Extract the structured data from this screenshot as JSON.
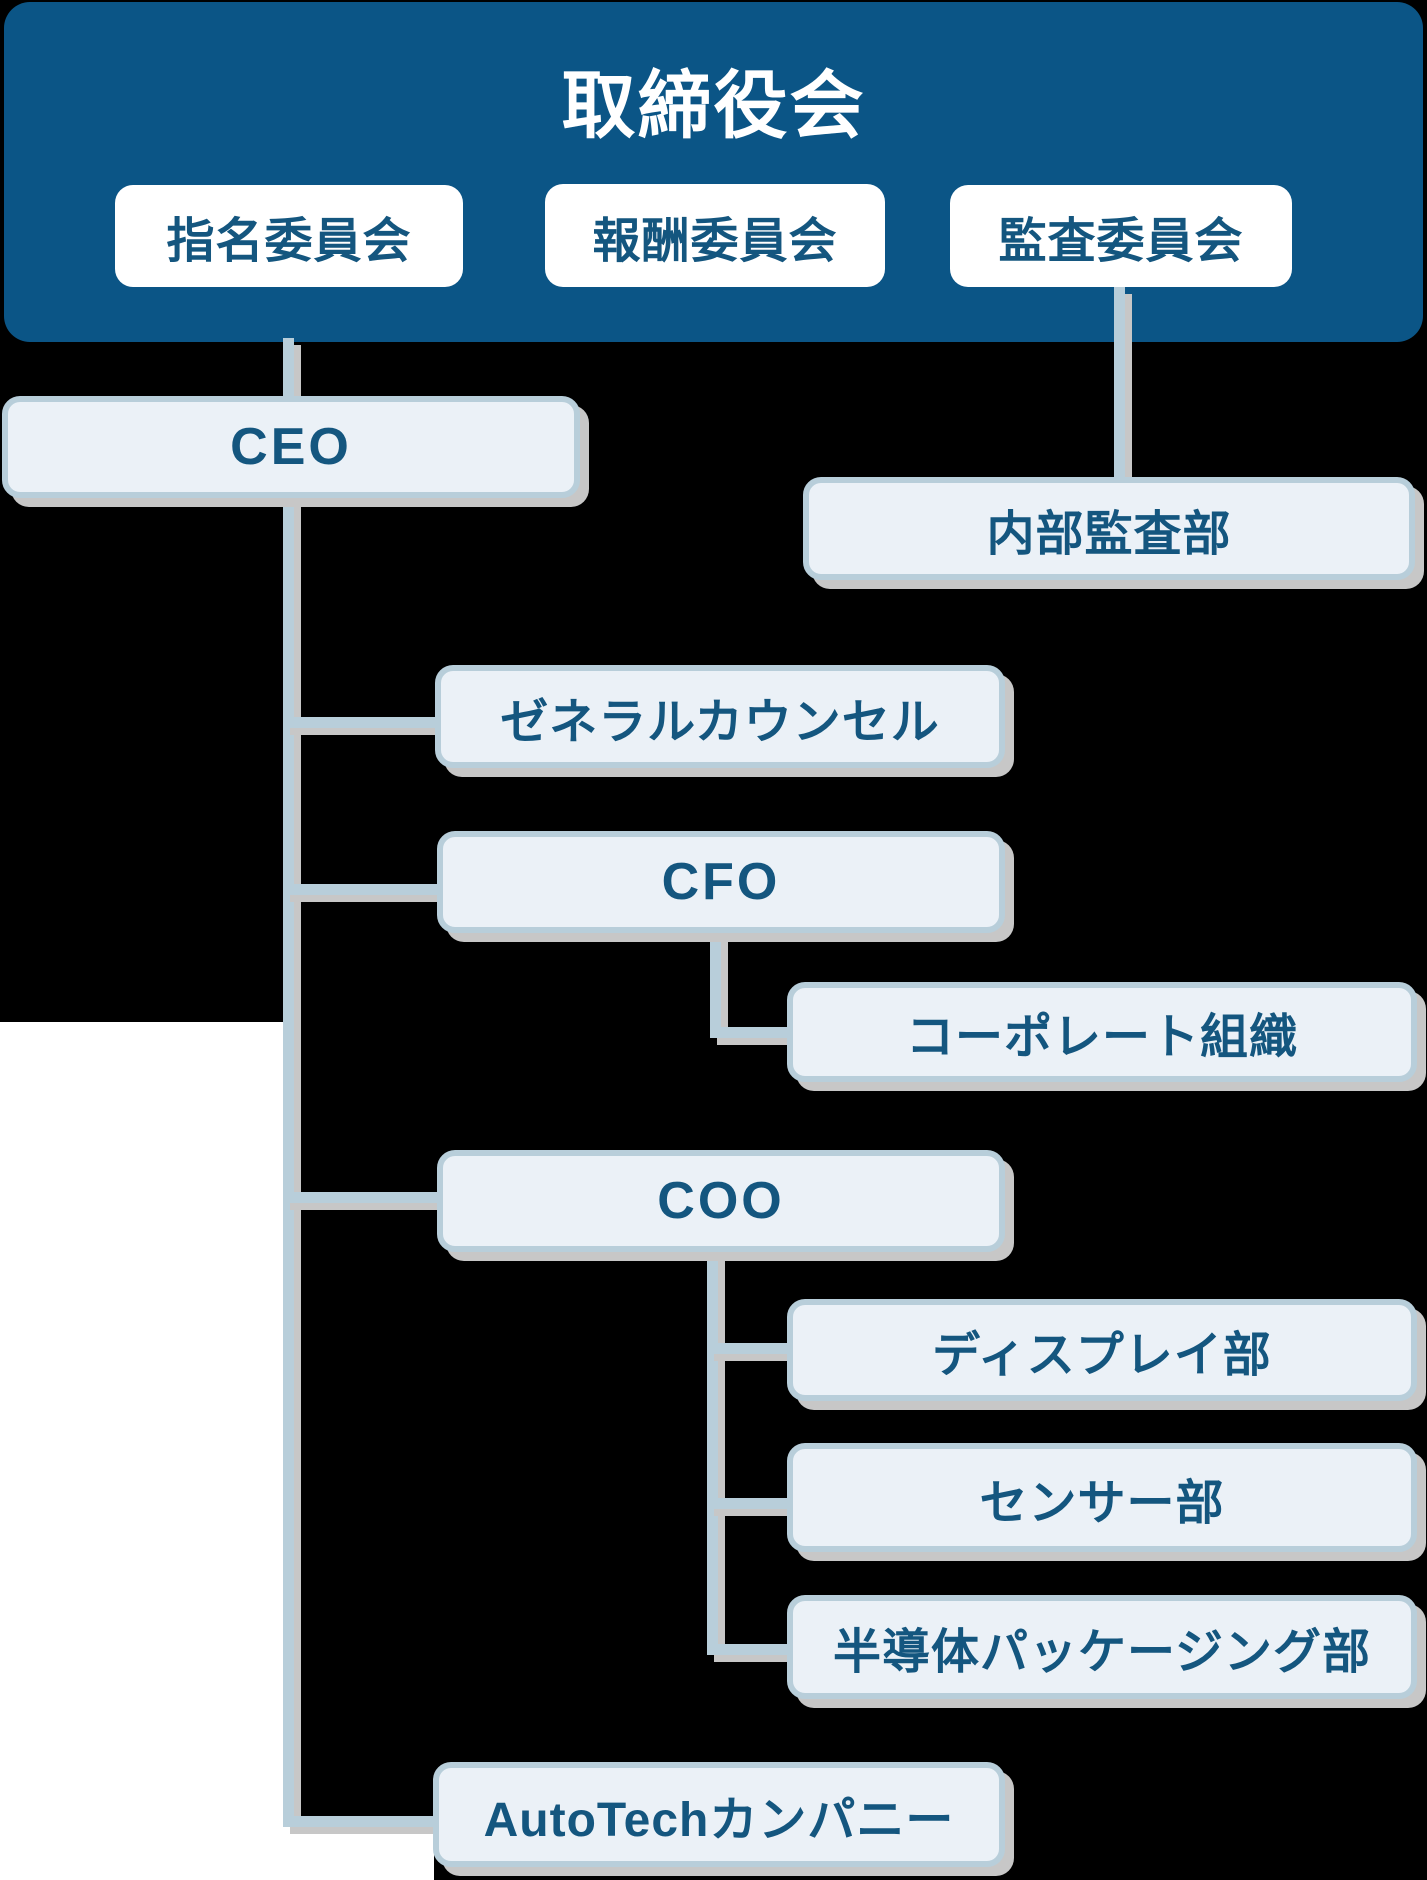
{
  "colors": {
    "header_bg": "#0B5586",
    "box_fill": "#EBF1F7",
    "box_border": "#B8CEDA",
    "text_blue": "#14567F",
    "title_white": "#FFFFFF",
    "shadow": "#C7C7C7",
    "panel_white": "#FFFFFF",
    "canvas_bg": "#000000"
  },
  "header": {
    "title": "取締役会",
    "committees": [
      {
        "label": "指名委員会"
      },
      {
        "label": "報酬委員会"
      },
      {
        "label": "監査委員会"
      }
    ]
  },
  "nodes": {
    "ceo": {
      "label": "CEO"
    },
    "internal_audit": {
      "label": "内部監査部"
    },
    "general_counsel": {
      "label": "ゼネラルカウンセル"
    },
    "cfo": {
      "label": "CFO"
    },
    "corporate_org": {
      "label": "コーポレート組織"
    },
    "coo": {
      "label": "COO"
    },
    "display_division": {
      "label": "ディスプレイ部"
    },
    "sensor_division": {
      "label": "センサー部"
    },
    "semiconductor_packaging_division": {
      "label": "半導体パッケージング部"
    },
    "autotech_company": {
      "label": "AutoTechカンパニー"
    }
  }
}
